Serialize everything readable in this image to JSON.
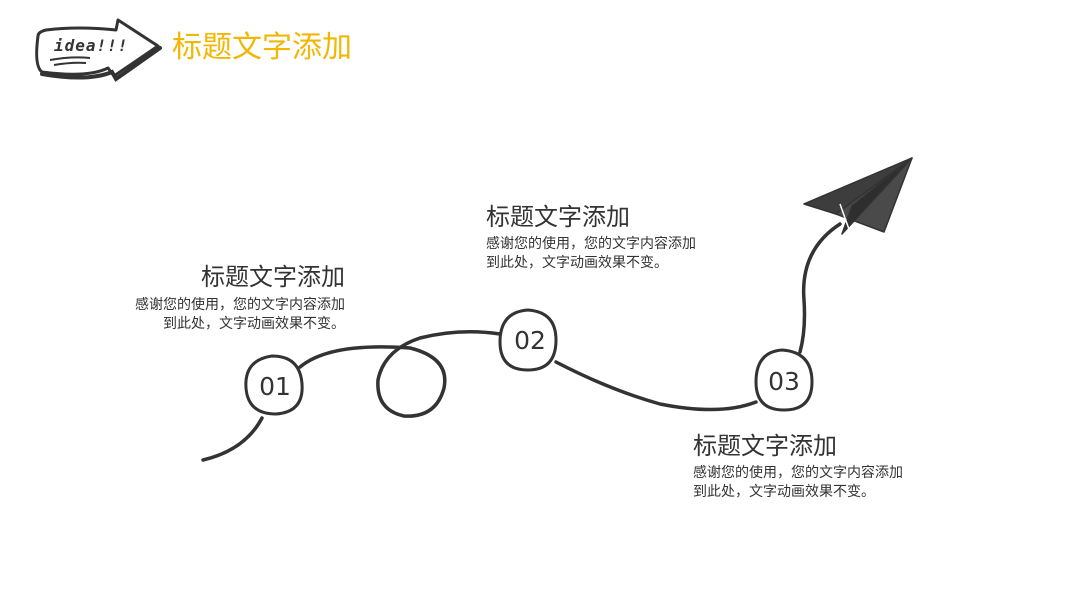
{
  "header": {
    "badge_text": "idea!!!",
    "title": "标题文字添加",
    "title_color": "#F2B705"
  },
  "steps": [
    {
      "number": "01",
      "title": "标题文字添加",
      "desc_line1": "感谢您的使用，您的文字内容添加",
      "desc_line2": "到此处，文字动画效果不变。"
    },
    {
      "number": "02",
      "title": "标题文字添加",
      "desc_line1": "感谢您的使用，您的文字内容添加",
      "desc_line2": "到此处，文字动画效果不变。"
    },
    {
      "number": "03",
      "title": "标题文字添加",
      "desc_line1": "感谢您的使用，您的文字内容添加",
      "desc_line2": "到此处，文字动画效果不变。"
    }
  ],
  "icons": {
    "badge": "arrow-badge-icon",
    "plane": "paper-plane-icon"
  }
}
